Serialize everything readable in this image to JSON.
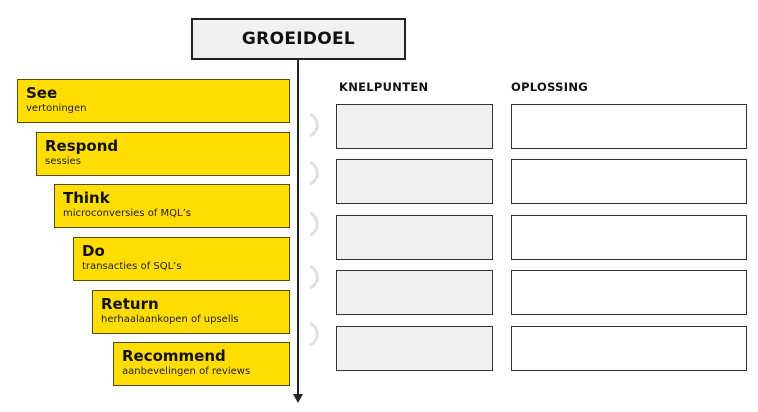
{
  "goal": {
    "label": "GROEIDOEL"
  },
  "stages": [
    {
      "title": "See",
      "subtitle": "vertoningen"
    },
    {
      "title": "Respond",
      "subtitle": "sessies"
    },
    {
      "title": "Think",
      "subtitle": "microconversies of MQL’s"
    },
    {
      "title": "Do",
      "subtitle": "transacties of SQL’s"
    },
    {
      "title": "Return",
      "subtitle": "herhaalaankopen of upsells"
    },
    {
      "title": "Recommend",
      "subtitle": "aanbevelingen of reviews"
    }
  ],
  "columns": {
    "knelpunten": "KNELPUNTEN",
    "oplossing": "OPLOSSING"
  },
  "colors": {
    "stage_fill": "#ffdd00",
    "knelpunten_fill": "#f0f0f0",
    "goal_fill": "#f1f1f1",
    "arc_color": "#e0e0e0"
  }
}
